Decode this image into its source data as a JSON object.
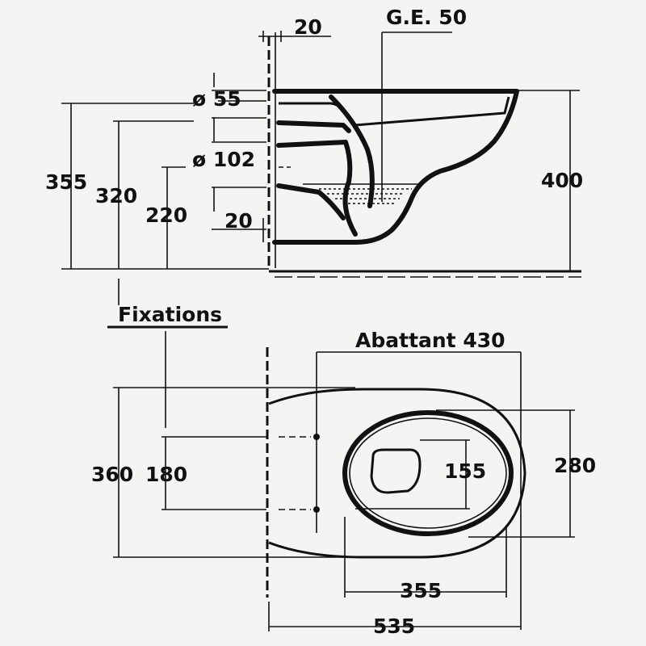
{
  "labels": {
    "dim_20_top": "20",
    "ge": "G.E. 50",
    "d55": "ø 55",
    "d102": "ø 102",
    "h355": "355",
    "h320": "320",
    "h220": "220",
    "h20": "20",
    "h400": "400",
    "fixations": "Fixations",
    "abattant": "Abattant 430",
    "w360": "360",
    "w180": "180",
    "w155": "155",
    "w280": "280",
    "l355": "355",
    "l535": "535"
  }
}
